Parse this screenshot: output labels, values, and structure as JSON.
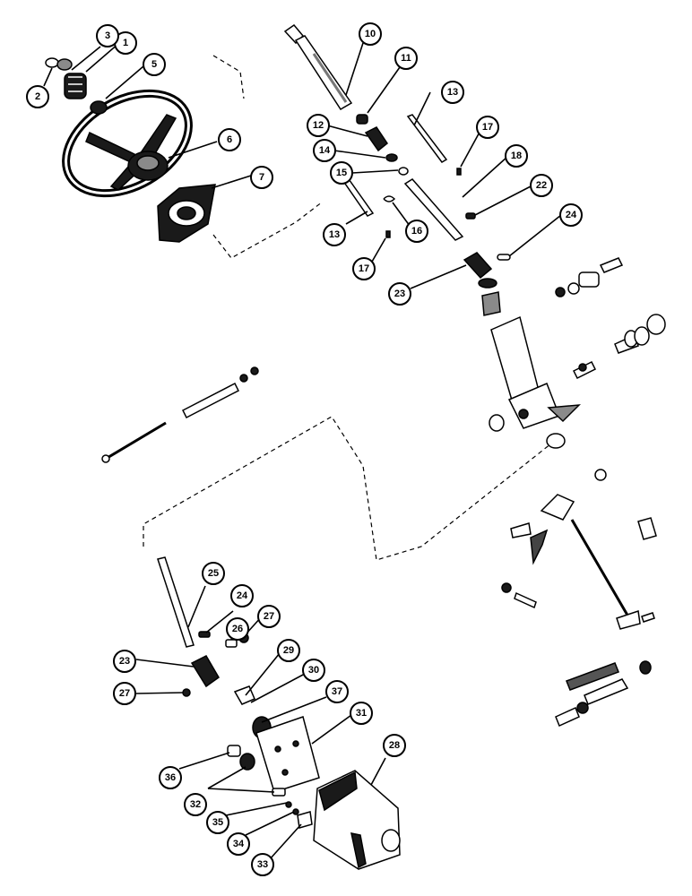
{
  "callouts": [
    {
      "id": "c1",
      "label": "1"
    },
    {
      "id": "c2",
      "label": "2"
    },
    {
      "id": "c3",
      "label": "3"
    },
    {
      "id": "c5",
      "label": "5"
    },
    {
      "id": "c6",
      "label": "6"
    },
    {
      "id": "c7",
      "label": "7"
    },
    {
      "id": "c10",
      "label": "10"
    },
    {
      "id": "c11",
      "label": "11"
    },
    {
      "id": "c12",
      "label": "12"
    },
    {
      "id": "c13a",
      "label": "13"
    },
    {
      "id": "c13b",
      "label": "13"
    },
    {
      "id": "c14",
      "label": "14"
    },
    {
      "id": "c15",
      "label": "15"
    },
    {
      "id": "c16",
      "label": "16"
    },
    {
      "id": "c17a",
      "label": "17"
    },
    {
      "id": "c17b",
      "label": "17"
    },
    {
      "id": "c18",
      "label": "18"
    },
    {
      "id": "c22",
      "label": "22"
    },
    {
      "id": "c23a",
      "label": "23"
    },
    {
      "id": "c23b",
      "label": "23"
    },
    {
      "id": "c24a",
      "label": "24"
    },
    {
      "id": "c24b",
      "label": "24"
    },
    {
      "id": "c25",
      "label": "25"
    },
    {
      "id": "c26",
      "label": "26"
    },
    {
      "id": "c27a",
      "label": "27"
    },
    {
      "id": "c27b",
      "label": "27"
    },
    {
      "id": "c28",
      "label": "28"
    },
    {
      "id": "c29",
      "label": "29"
    },
    {
      "id": "c30",
      "label": "30"
    },
    {
      "id": "c31",
      "label": "31"
    },
    {
      "id": "c32",
      "label": "32"
    },
    {
      "id": "c33",
      "label": "33"
    },
    {
      "id": "c34",
      "label": "34"
    },
    {
      "id": "c35",
      "label": "35"
    },
    {
      "id": "c36",
      "label": "36"
    },
    {
      "id": "c37",
      "label": "37"
    }
  ]
}
